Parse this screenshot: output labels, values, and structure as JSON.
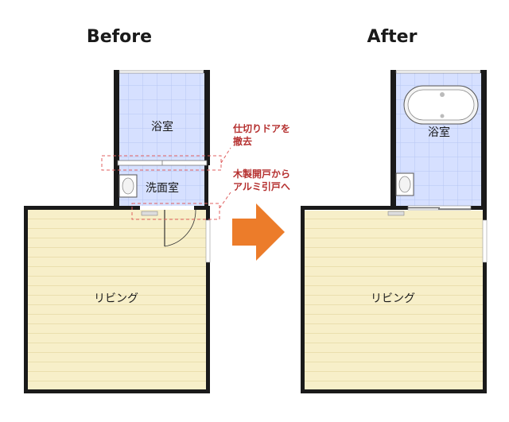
{
  "before": {
    "title": "Before",
    "rooms": {
      "bath": "浴室",
      "washroom": "洗面室",
      "living": "リビング"
    },
    "notes": [
      {
        "line1": "仕切りドアを",
        "line2": "撤去"
      },
      {
        "line1": "木製開戸から",
        "line2": "アルミ引戸へ"
      }
    ]
  },
  "after": {
    "title": "After",
    "rooms": {
      "bath": "浴室",
      "living": "リビング"
    }
  },
  "colors": {
    "bath_floor": "#d6e0ff",
    "bath_grid": "#b7c6f3",
    "living_floor": "#f7efc9",
    "living_stripe": "#eadfae",
    "wall": "#1a1a1a",
    "note": "#b5302f",
    "arrow": "#ec7c2a"
  }
}
